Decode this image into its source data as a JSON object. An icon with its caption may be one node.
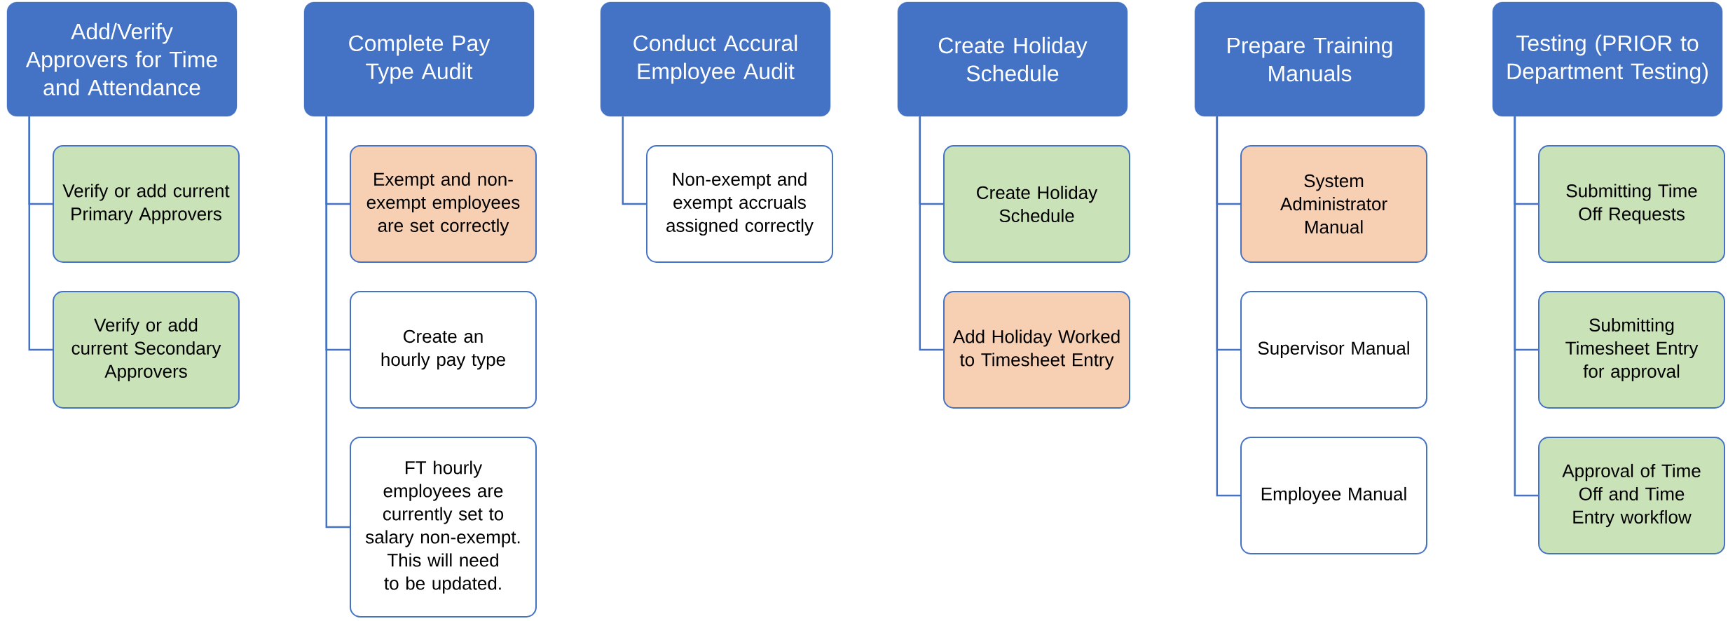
{
  "diagram": {
    "nodes": [
      {
        "text": [
          "Add/Verify Approvers for Time and Attendance"
        ]
      },
      {
        "text": [
          "Verify or add current Primary Approvers"
        ]
      },
      {
        "text": [
          "Verify or add current Secondary Approvers"
        ]
      },
      {
        "text": [
          "Complete Pay Type Audit"
        ]
      },
      {
        "text": [
          "Exempt and non-exempt employees are set correctly"
        ]
      },
      {
        "text": [
          "Create an hourly pay type"
        ]
      },
      {
        "text": [
          "FT hourly employees are currently set to salary non-exempt. This will need to be updated."
        ]
      },
      {
        "text": [
          "Conduct Accural Employee Audit"
        ]
      },
      {
        "text": [
          "Non-exempt and exempt accruals assigned correctly"
        ]
      },
      {
        "text": [
          "Create Holiday Schedule"
        ]
      },
      {
        "text": [
          "Create Holiday Schedule"
        ]
      },
      {
        "text": [
          "Add Holiday Worked to Timesheet Entry"
        ]
      },
      {
        "text": [
          "Prepare Training Manuals"
        ]
      },
      {
        "text": [
          "System Administrator Manual"
        ]
      },
      {
        "text": [
          "Supervisor Manual"
        ]
      },
      {
        "text": [
          "Employee Manual"
        ]
      },
      {
        "text": [
          "Testing (PRIOR to Department Testing)"
        ]
      },
      {
        "text": [
          "Submitting Time Off Requests"
        ]
      },
      {
        "text": [
          "Submitting Timesheet Entry for approval"
        ]
      },
      {
        "text": [
          "Approval of Time Off and Time Entry workflow"
        ]
      }
    ],
    "edges": [
      {
        "from": 0,
        "to": 1,
        "arrow": "none"
      },
      {
        "from": 0,
        "to": 2,
        "arrow": "none"
      },
      {
        "from": 3,
        "to": 4,
        "arrow": "none"
      },
      {
        "from": 3,
        "to": 5,
        "arrow": "none"
      },
      {
        "from": 3,
        "to": 6,
        "arrow": "none"
      },
      {
        "from": 7,
        "to": 8,
        "arrow": "none"
      },
      {
        "from": 9,
        "to": 10,
        "arrow": "none"
      },
      {
        "from": 9,
        "to": 11,
        "arrow": "none"
      },
      {
        "from": 12,
        "to": 13,
        "arrow": "none"
      },
      {
        "from": 12,
        "to": 14,
        "arrow": "none"
      },
      {
        "from": 12,
        "to": 15,
        "arrow": "none"
      },
      {
        "from": 16,
        "to": 17,
        "arrow": "none"
      },
      {
        "from": 16,
        "to": 18,
        "arrow": "none"
      },
      {
        "from": 16,
        "to": 19,
        "arrow": "none"
      }
    ]
  }
}
